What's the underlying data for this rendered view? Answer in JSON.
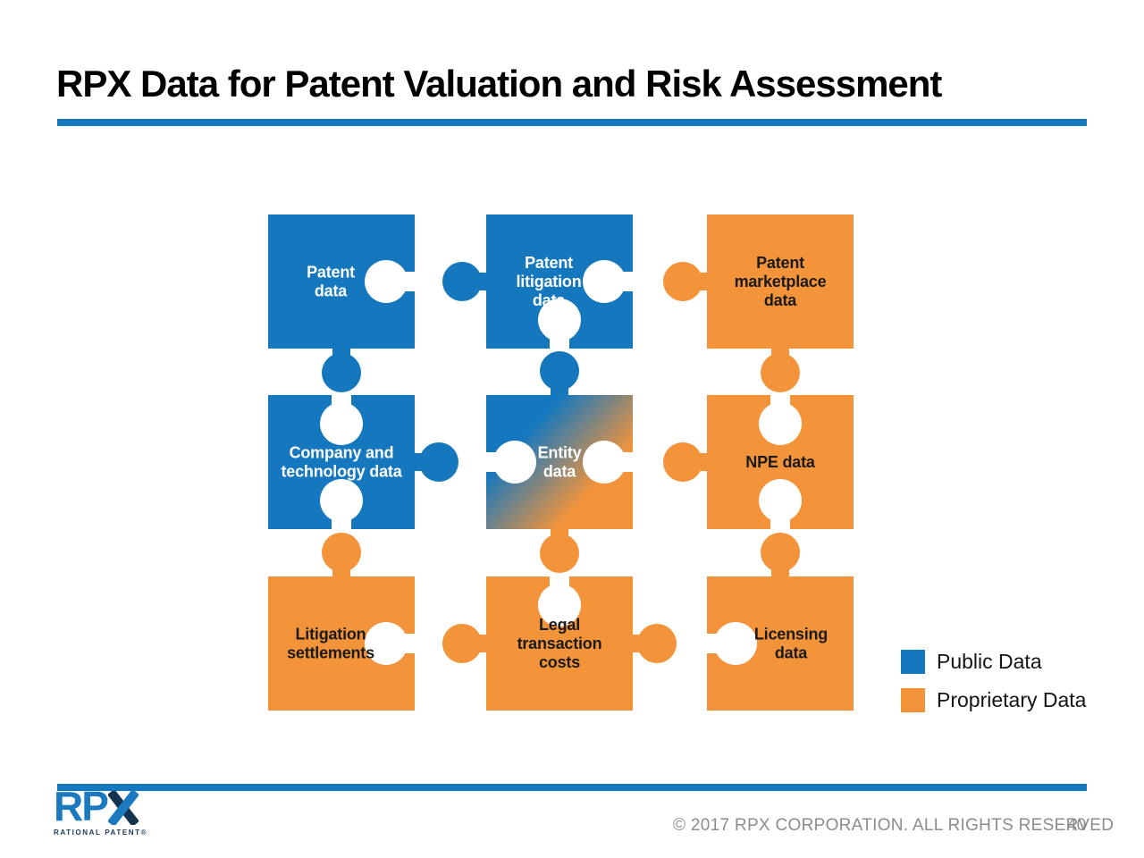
{
  "title": "RPX Data for Patent Valuation and Risk Assessment",
  "colors": {
    "blue": "#1578BE",
    "orange": "#F4943A",
    "navy": "#14334F",
    "logo_blue": "#1B79C0",
    "footer_gray": "#8C8C8C"
  },
  "puzzle_pieces": [
    {
      "name": "patent-data",
      "lines": [
        "Patent",
        "data"
      ],
      "fill": "blue",
      "text": "white",
      "row": 0,
      "col": 0,
      "edges": {
        "top": "flat",
        "right": "socket",
        "bottom": "tab",
        "left": "flat"
      }
    },
    {
      "name": "patent-litigation-data",
      "lines": [
        "Patent",
        "litigation",
        "data"
      ],
      "fill": "blue",
      "text": "white",
      "row": 0,
      "col": 1,
      "edges": {
        "top": "flat",
        "right": "socket",
        "bottom": "socket",
        "left": "tab"
      }
    },
    {
      "name": "patent-marketplace-data",
      "lines": [
        "Patent",
        "marketplace",
        "data"
      ],
      "fill": "orange",
      "text": "black",
      "row": 0,
      "col": 2,
      "edges": {
        "top": "flat",
        "right": "flat",
        "bottom": "tab",
        "left": "tab"
      }
    },
    {
      "name": "company-and-technology-data",
      "lines": [
        "Company and",
        "technology data"
      ],
      "fill": "blue",
      "text": "white",
      "row": 1,
      "col": 0,
      "edges": {
        "top": "socket",
        "right": "tab",
        "bottom": "socket",
        "left": "flat"
      }
    },
    {
      "name": "entity-data",
      "lines": [
        "Entity",
        "data"
      ],
      "fill": "gradient",
      "text": "white",
      "row": 1,
      "col": 1,
      "edges": {
        "top": "tab",
        "right": "socket",
        "bottom": "tab",
        "left": "socket"
      }
    },
    {
      "name": "npe-data",
      "lines": [
        "NPE data"
      ],
      "fill": "orange",
      "text": "black",
      "row": 1,
      "col": 2,
      "edges": {
        "top": "socket",
        "right": "flat",
        "bottom": "socket",
        "left": "tab"
      }
    },
    {
      "name": "litigation-settlements",
      "lines": [
        "Litigation",
        "settlements"
      ],
      "fill": "orange",
      "text": "black",
      "row": 2,
      "col": 0,
      "edges": {
        "top": "tab",
        "right": "socket",
        "bottom": "flat",
        "left": "flat"
      }
    },
    {
      "name": "legal-transaction-costs",
      "lines": [
        "Legal",
        "transaction",
        "costs"
      ],
      "fill": "orange",
      "text": "black",
      "row": 2,
      "col": 1,
      "edges": {
        "top": "socket",
        "right": "tab",
        "bottom": "flat",
        "left": "tab"
      }
    },
    {
      "name": "licensing-data",
      "lines": [
        "Licensing",
        "data"
      ],
      "fill": "orange",
      "text": "black",
      "row": 2,
      "col": 2,
      "edges": {
        "top": "tab",
        "right": "flat",
        "bottom": "flat",
        "left": "socket"
      }
    }
  ],
  "legend": [
    {
      "label": "Public Data",
      "swatch": "blue"
    },
    {
      "label": "Proprietary Data",
      "swatch": "orange"
    }
  ],
  "logo": {
    "wordmark_rp": "RP",
    "tagline": "RATIONAL PATENT®"
  },
  "footer": {
    "copyright": "© 2017 RPX CORPORATION. ALL RIGHTS RESERVED",
    "page_number": "40"
  }
}
